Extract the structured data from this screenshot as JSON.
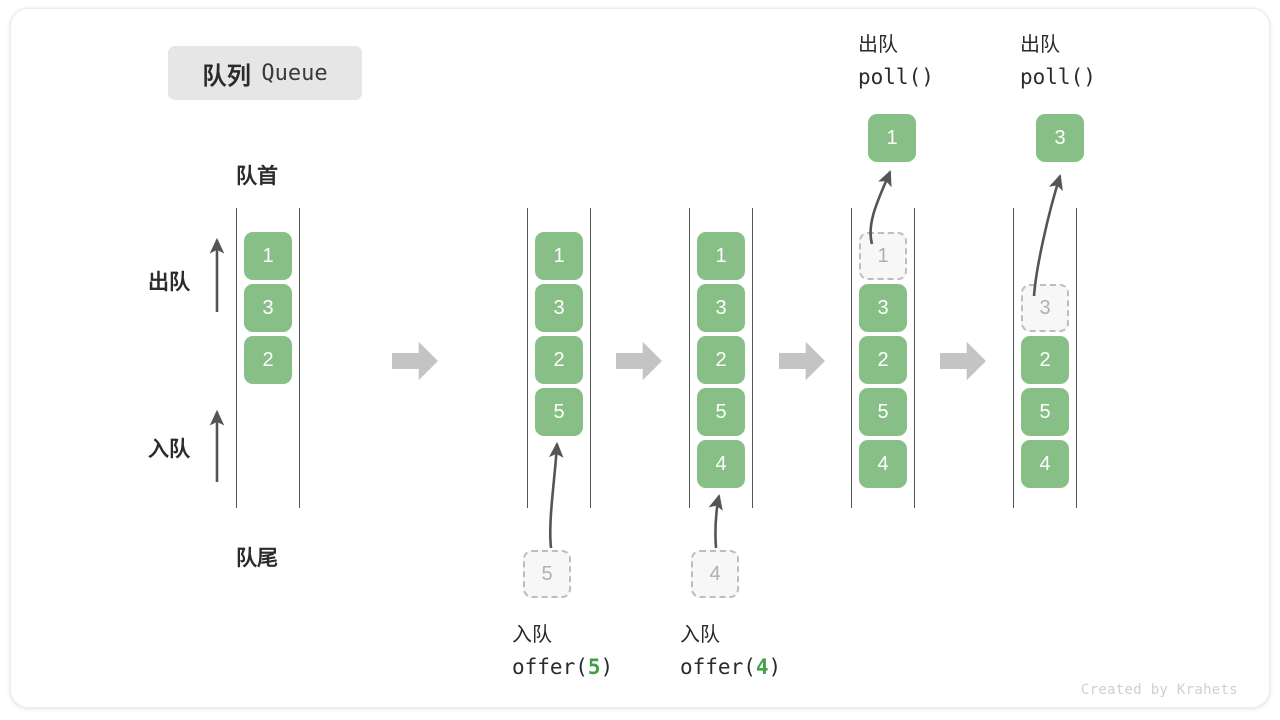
{
  "title": {
    "cn": "队列",
    "en": "Queue"
  },
  "labels": {
    "front": "队首",
    "rear": "队尾",
    "dequeue": "出队",
    "enqueue": "入队"
  },
  "credit": "Created by Krahets",
  "colors": {
    "element": "#87bf87",
    "ghost_fill": "#f7f7f7",
    "ghost_border": "#bdbdbd",
    "rail": "#555555",
    "step_arrow": "#c4c4c4",
    "accent_code": "#43a047",
    "chip_bg": "#e6e6e6",
    "text": "#2b2b2b"
  },
  "stages": [
    {
      "id": "initial",
      "items": [
        "1",
        "3",
        "2"
      ],
      "ghost": null,
      "popped": null,
      "caption_cn": null,
      "caption_code": null
    },
    {
      "id": "offer-5",
      "items": [
        "1",
        "3",
        "2",
        "5"
      ],
      "ghost": {
        "value": "5",
        "position": "below"
      },
      "popped": null,
      "caption_cn": "入队",
      "caption_code": "offer(5)",
      "caption_code_prefix": "offer(",
      "caption_code_arg": "5",
      "caption_code_suffix": ")"
    },
    {
      "id": "offer-4",
      "items": [
        "1",
        "3",
        "2",
        "5",
        "4"
      ],
      "ghost": {
        "value": "4",
        "position": "below"
      },
      "popped": null,
      "caption_cn": "入队",
      "caption_code": "offer(4)",
      "caption_code_prefix": "offer(",
      "caption_code_arg": "4",
      "caption_code_suffix": ")"
    },
    {
      "id": "poll-1",
      "items": [
        "3",
        "2",
        "5",
        "4"
      ],
      "ghost": {
        "value": "1",
        "position": "slot0"
      },
      "popped": "1",
      "caption_cn": "出队",
      "caption_code": "poll()"
    },
    {
      "id": "poll-3",
      "items": [
        "2",
        "5",
        "4"
      ],
      "ghost": {
        "value": "3",
        "position": "slot1"
      },
      "popped": "3",
      "caption_cn": "出队",
      "caption_code": "poll()"
    }
  ]
}
